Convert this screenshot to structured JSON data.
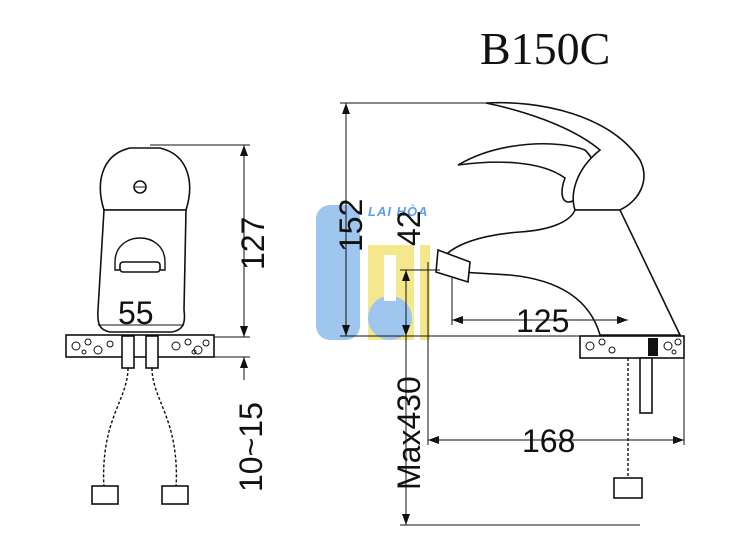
{
  "drawing": {
    "model": "B150C",
    "watermark_text": "LAI HÒA",
    "dimensions": {
      "body_width": "55",
      "body_height": "127",
      "hose_length": "10~15",
      "total_height": "152",
      "spout_height": "42",
      "spout_reach": "125",
      "overall_depth": "168",
      "hose_max": "Max430"
    },
    "colors": {
      "line": "#111111",
      "watermark_blue": "#7fb4ea",
      "watermark_yellow": "#f2e066"
    }
  }
}
